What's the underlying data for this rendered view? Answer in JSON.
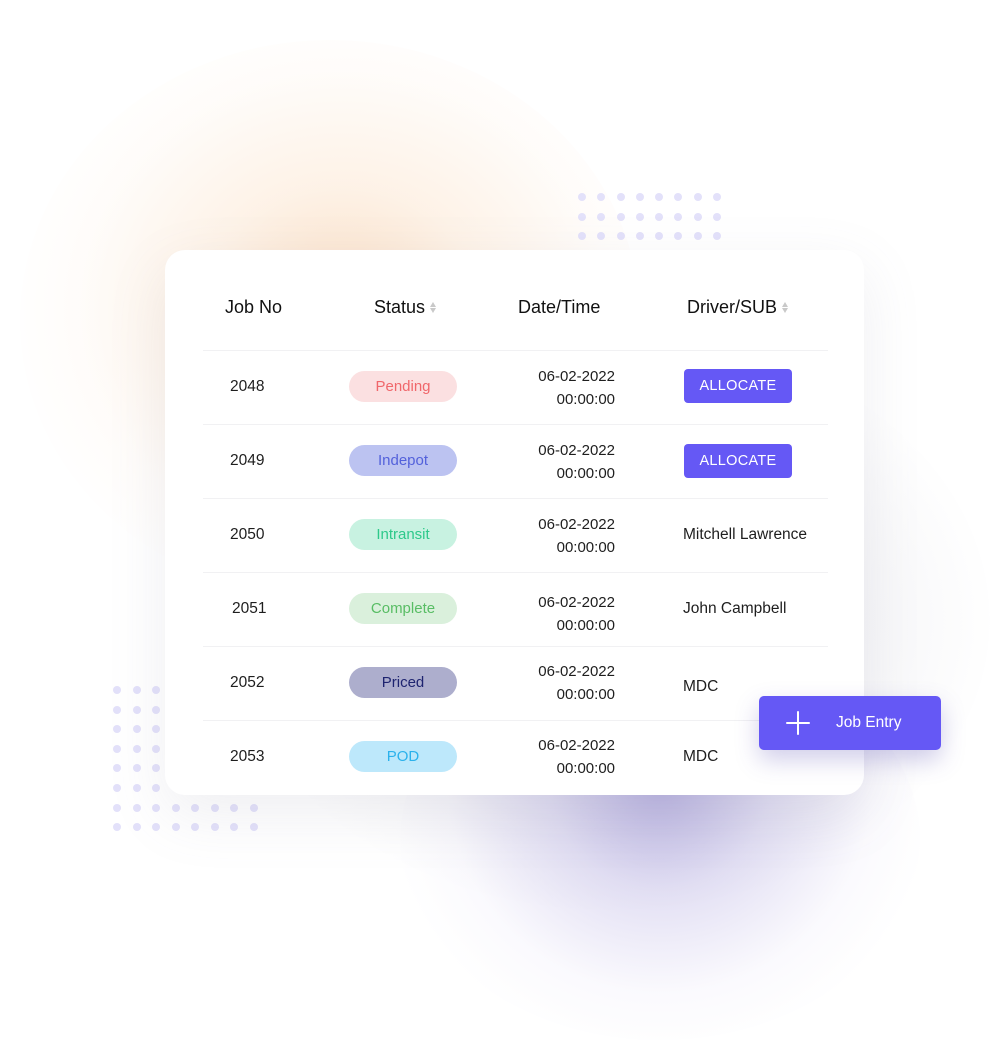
{
  "table": {
    "columns": [
      {
        "label": "Job No",
        "sortable": false
      },
      {
        "label": "Status",
        "sortable": true
      },
      {
        "label": "Date/Time",
        "sortable": false
      },
      {
        "label": "Driver/SUB",
        "sortable": true
      }
    ],
    "rows": [
      {
        "job_no": "2048",
        "status": "Pending",
        "date": "06-02-2022",
        "time": "00:00:00",
        "driver": "",
        "action_label": "ALLOCATE"
      },
      {
        "job_no": "2049",
        "status": "Indepot",
        "date": "06-02-2022",
        "time": "00:00:00",
        "driver": "",
        "action_label": "ALLOCATE"
      },
      {
        "job_no": "2050",
        "status": "Intransit",
        "date": "06-02-2022",
        "time": "00:00:00",
        "driver": "Mitchell Lawrence"
      },
      {
        "job_no": "2051",
        "status": "Complete",
        "date": "06-02-2022",
        "time": "00:00:00",
        "driver": "John Campbell"
      },
      {
        "job_no": "2052",
        "status": "Priced",
        "date": "06-02-2022",
        "time": "00:00:00",
        "driver": "MDC"
      },
      {
        "job_no": "2053",
        "status": "POD",
        "date": "06-02-2022",
        "time": "00:00:00",
        "driver": "MDC"
      }
    ]
  },
  "status_colors": {
    "Pending": {
      "bg": "#fbe0e1",
      "fg": "#f0676b"
    },
    "Indepot": {
      "bg": "#bcc3f1",
      "fg": "#5361db"
    },
    "Intransit": {
      "bg": "#c8f2e1",
      "fg": "#2ec98b"
    },
    "Complete": {
      "bg": "#daf0dc",
      "fg": "#58bd64"
    },
    "Priced": {
      "bg": "#adaecd",
      "fg": "#1e2470"
    },
    "POD": {
      "bg": "#bde8fb",
      "fg": "#2bb2ec"
    }
  },
  "job_entry_button": {
    "label": "Job Entry",
    "icon": "plus-icon"
  },
  "accent_color": "#6558f5"
}
